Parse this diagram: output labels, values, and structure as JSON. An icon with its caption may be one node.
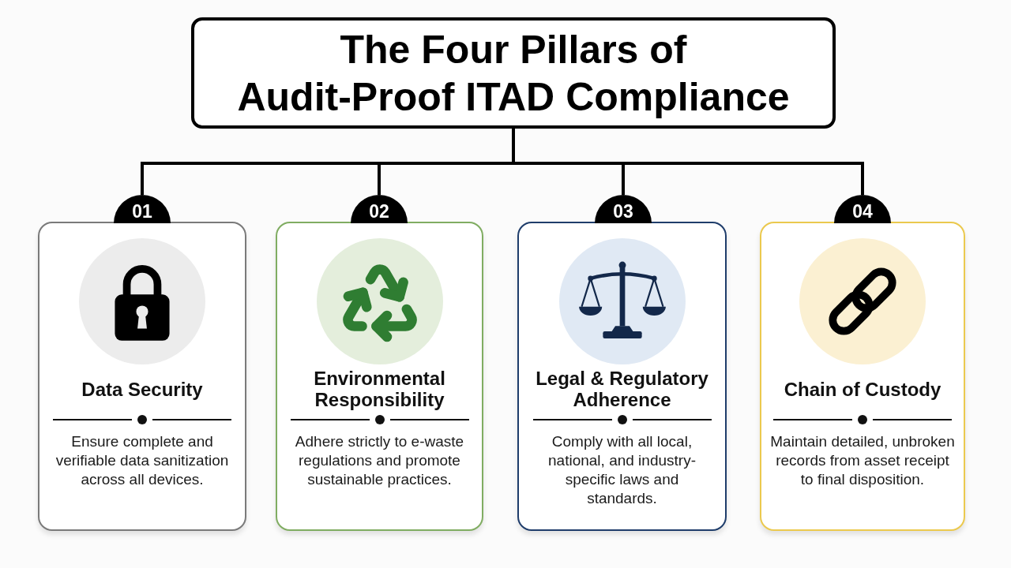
{
  "diagram": {
    "nodes": [
      {
        "text": [
          "The Four Pillars of Audit-Proof ITAD Compliance"
        ]
      },
      {
        "text": [
          "01"
        ]
      },
      {
        "text": [
          "Data Security",
          "Ensure complete and verifiable data sanitization across all devices."
        ]
      },
      {
        "text": [
          "02"
        ]
      },
      {
        "text": [
          "Environmental Responsibility",
          "Adhere strictly to e-waste regulations and promote sustainable practices."
        ]
      },
      {
        "text": [
          "03"
        ]
      },
      {
        "text": [
          "Legal & Regulatory Adherence",
          "Comply with all local, national, and industry-specific laws and standards."
        ]
      },
      {
        "text": [
          "04"
        ]
      },
      {
        "text": [
          "Chain of Custody",
          "Maintain detailed, unbroken records from asset receipt to final disposition."
        ]
      }
    ],
    "edges": [
      {
        "from": 0,
        "to": 1,
        "arrow": "none"
      },
      {
        "from": 0,
        "to": 3,
        "arrow": "none"
      },
      {
        "from": 0,
        "to": 5,
        "arrow": "none"
      },
      {
        "from": 0,
        "to": 7,
        "arrow": "none"
      }
    ]
  }
}
